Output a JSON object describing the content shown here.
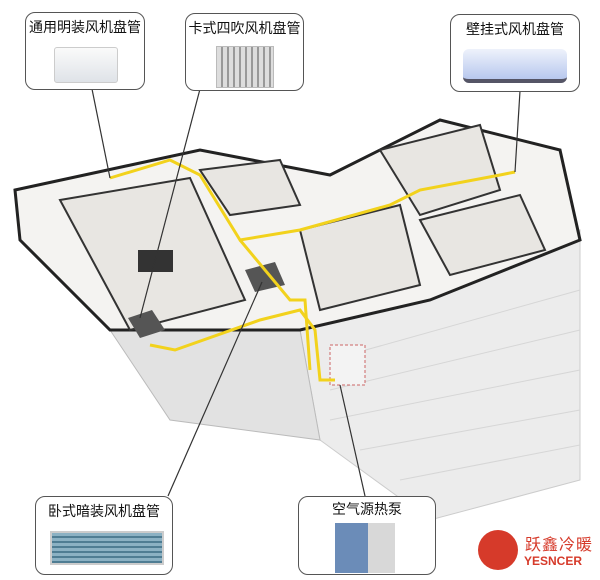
{
  "labels": {
    "top_left": "通用明装风机盘管",
    "top_center": "卡式四吹风机盘管",
    "top_right": "壁挂式风机盘管",
    "bottom_left": "卧式暗装风机盘管",
    "bottom_center": "空气源热泵"
  },
  "logo": {
    "cn": "跃鑫冷暖",
    "en": "YESNCER",
    "color": "#d63a2a"
  },
  "colors": {
    "pipe": "#f2d21c",
    "border": "#555555"
  }
}
